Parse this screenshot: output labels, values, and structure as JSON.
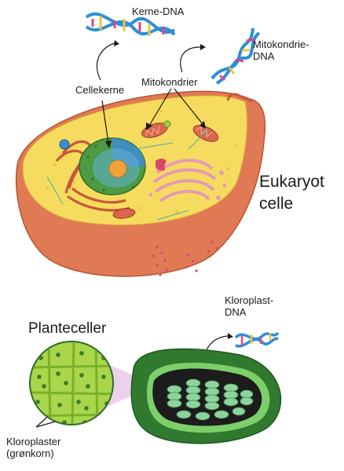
{
  "labels": {
    "kerne_dna": "Kerne-DNA",
    "mito_dna": "Mitokondrie-\nDNA",
    "cellekerne": "Cellekerne",
    "mitokondrier": "Mitokondrier",
    "eukaryot": "Eukaryot\ncelle",
    "planteceller": "Planteceller",
    "kloroplast_dna": "Kloroplast-\nDNA",
    "kloroplaster": "Kloroplaster\n(grønkorn)"
  },
  "colors": {
    "cytoplasm": "#f6dc5e",
    "membrane_outer": "#e07a55",
    "nucleus": "#6dbb5c",
    "nucleolus": "#f3a23a",
    "mitochondrion": "#d9674c",
    "golgi": "#e59bb8",
    "plant_cell": "#a9d64a",
    "chloroplast_dark": "#2f6b2a",
    "chloroplast_light": "#7cc08c",
    "dna_blue": "#2c8fd6",
    "dna_pink": "#e0467c",
    "dna_yellow": "#f2c53d"
  }
}
